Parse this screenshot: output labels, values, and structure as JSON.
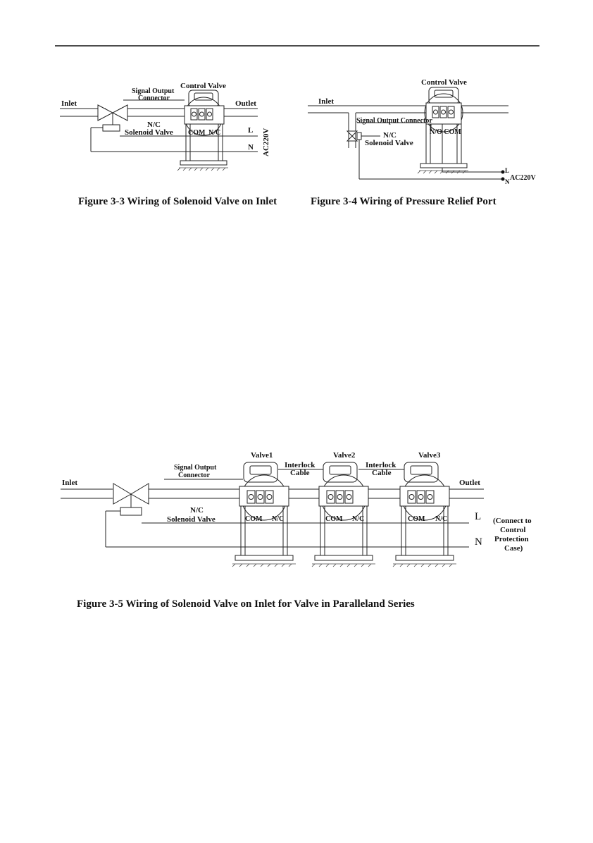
{
  "fig33": {
    "control_valve": "Control Valve",
    "signal_output_1": "Signal Output",
    "signal_output_2": "Connector",
    "inlet": "Inlet",
    "outlet": "Outlet",
    "nc": "N/C",
    "solenoid": "Solenoid Valve",
    "com": "COM",
    "nc_terminal": "N/C",
    "l": "L",
    "n": "N",
    "voltage": "AC220V",
    "caption": "Figure 3-3 Wiring of Solenoid Valve on Inlet"
  },
  "fig34": {
    "control_valve": "Control Valve",
    "inlet": "Inlet",
    "signal_output": "Signal Output Connector",
    "nc": "N/C",
    "solenoid": "Solenoid Valve",
    "no_com": "N/O COM",
    "l": "L",
    "n": "N",
    "voltage": "AC220V",
    "caption": "Figure 3-4 Wiring of Pressure Relief Port"
  },
  "fig35": {
    "valve1": "Valve1",
    "valve2": "Valve2",
    "valve3": "Valve3",
    "interlock1_1": "Interlock",
    "interlock1_2": "Cable",
    "interlock2_1": "Interlock",
    "interlock2_2": "Cable",
    "signal_output_1": "Signal Output",
    "signal_output_2": "Connector",
    "inlet": "Inlet",
    "outlet": "Outlet",
    "nc": "N/C",
    "solenoid": "Solenoid Valve",
    "com1": "COM",
    "nc1": "N/C",
    "com2": "COM",
    "nc2": "N/C",
    "com3": "COM",
    "nc3": "N/C",
    "l": "L",
    "n": "N",
    "note_1": "(Connect to",
    "note_2": "Control",
    "note_3": "Protection",
    "note_4": "Case)",
    "caption": "Figure 3-5 Wiring of Solenoid Valve on Inlet for Valve in Paralleland Series"
  }
}
